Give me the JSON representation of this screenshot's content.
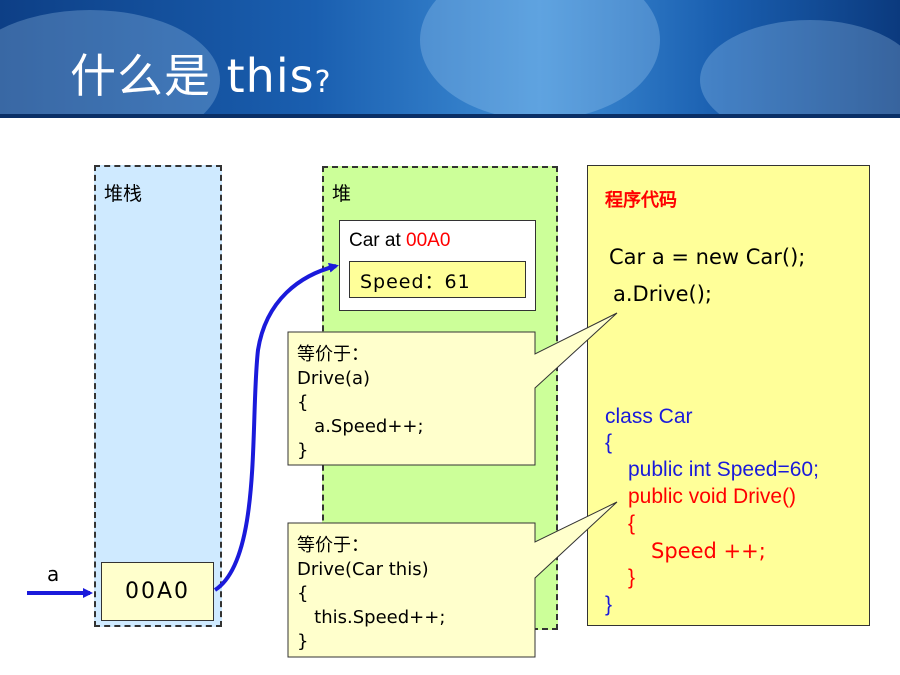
{
  "title": {
    "main": "什么是 this",
    "mark": "?"
  },
  "stack": {
    "label": "堆栈",
    "value": "00A0"
  },
  "heap": {
    "label": "堆",
    "object_prefix": "Car at ",
    "object_address": "00A0",
    "field": "Speed：61"
  },
  "variable": "a",
  "code": {
    "label": "程序代码",
    "lines": [
      "Car a = new Car();",
      "a.Drive();",
      "class Car",
      "{",
      "public int Speed=60;",
      "public void Drive()",
      "{",
      "Speed ++;",
      "}",
      "}"
    ]
  },
  "callouts": [
    {
      "lines": [
        "等价于：",
        "Drive(a)",
        "{",
        "   a.Speed++;",
        "}"
      ]
    },
    {
      "lines": [
        "等价于：",
        "Drive(Car this)",
        "{",
        "   this.Speed++;",
        "}"
      ]
    }
  ],
  "colors": {
    "blue": "#1a1adb",
    "red": "#ff0000",
    "stack_bg": "#cfeaff",
    "heap_bg": "#ccff99",
    "code_bg": "#ffff99"
  }
}
